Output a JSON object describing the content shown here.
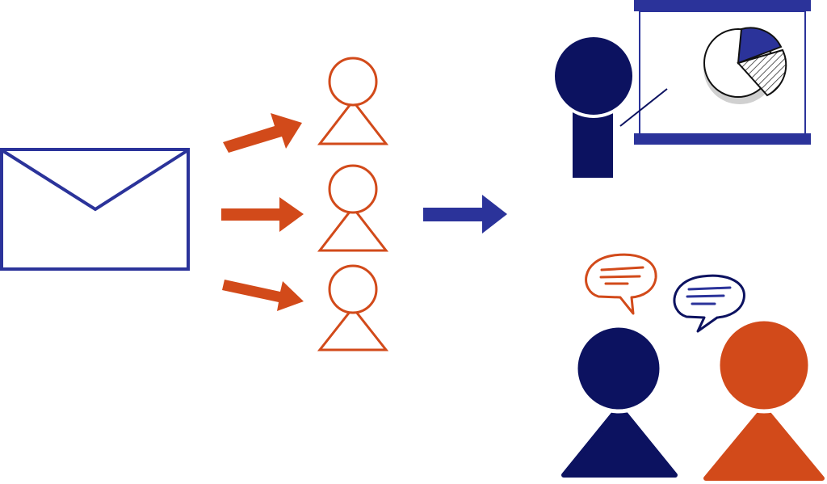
{
  "colors": {
    "navy": "#0c1260",
    "blue": "#2b339a",
    "orange": "#d24a1a",
    "pie_grey": "#cfcfcf",
    "background": "#ffffff"
  },
  "elements": {
    "envelope": {
      "icon": "envelope-icon"
    },
    "recipients": {
      "icon": "person-outline-icon",
      "count": 3
    },
    "flow_arrows": {
      "icon": "arrow-right-icon",
      "count": 4
    },
    "presentation": {
      "icon": "presenter-with-pie-chart-icon"
    },
    "conversation": {
      "icon": "two-people-talking-icon",
      "speech_bubbles": 2
    }
  }
}
